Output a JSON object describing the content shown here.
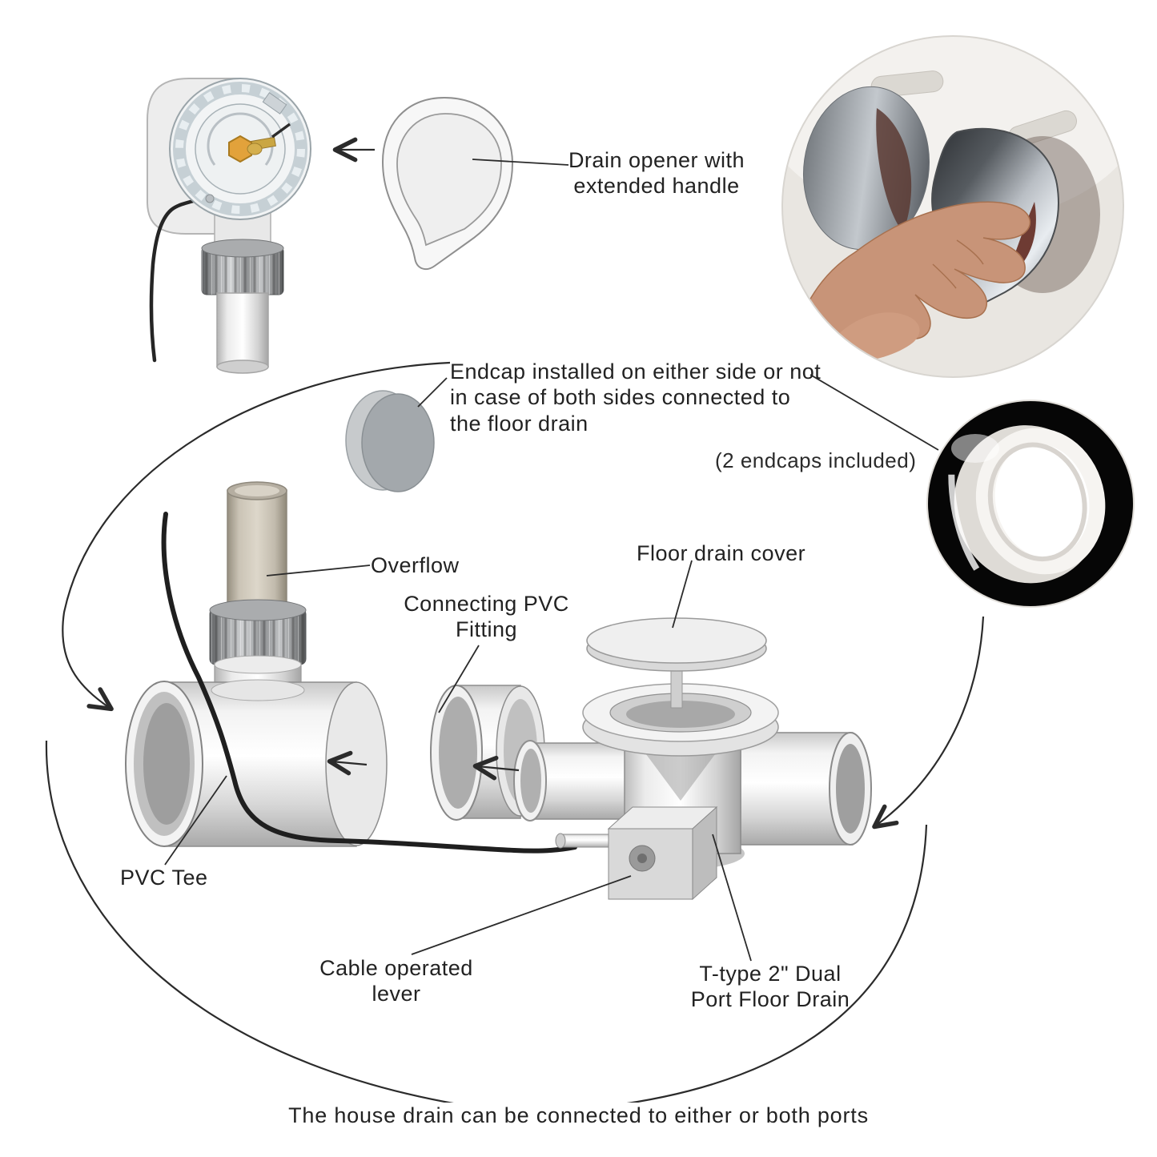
{
  "diagram": {
    "title_context": "Bathtub drain opener and dual-port floor drain assembly diagram",
    "labels": {
      "drain_opener": "Drain opener with\nextended handle",
      "endcap_note": "Endcap installed on either side or not\nin case of both sides connected to\nthe floor drain",
      "endcaps_included": "(2 endcaps included)",
      "overflow": "Overflow",
      "connecting_fitting": "Connecting PVC\nFitting",
      "floor_drain_cover": "Floor drain cover",
      "pvc_tee": "PVC Tee",
      "cable_lever": "Cable operated\nlever",
      "t_type_drain": "T-type 2\" Dual\nPort Floor Drain",
      "house_drain": "The house drain can be connected to either or both ports"
    },
    "colors": {
      "text": "#222222",
      "line": "#2b2b2b",
      "pvc_white": "#f2f2f2",
      "nut_gray": "#8a8c8e",
      "overflow_tan": "#cfc9bc",
      "hub_orange": "#e2a23b",
      "cable_black": "#1f1f1f",
      "photo_skin": "#c89478",
      "photo_chrome": "#b9bec4",
      "endcap_photo_bg": "#060606"
    },
    "icons": {
      "direction_arrows": "thin V arrowheads indicating assembly direction",
      "loop_arrows": "large elliptical loop with arrowheads pointing at both drain ports"
    }
  }
}
